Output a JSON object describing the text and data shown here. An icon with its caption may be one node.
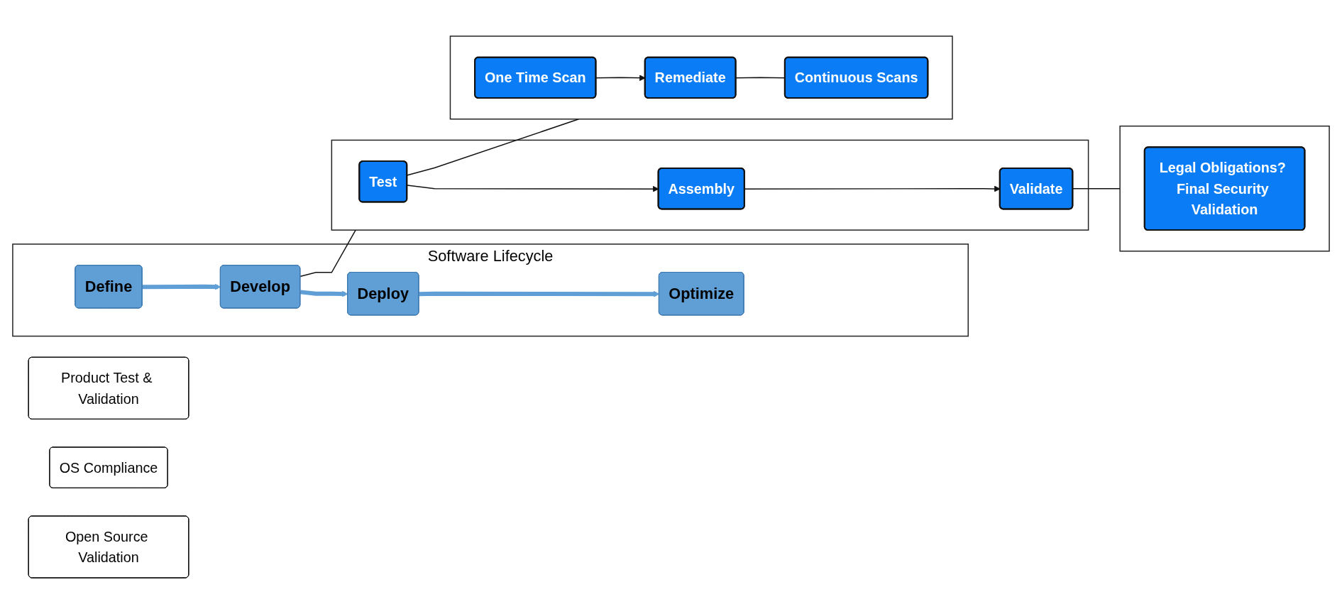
{
  "diagram": {
    "nodes": [
      {
        "text": [
          "Software Lifecycle"
        ]
      },
      {
        "text": [
          "Define"
        ],
        "in": 0
      },
      {
        "text": [
          "Develop"
        ],
        "in": 0
      },
      {
        "text": [
          "Deploy"
        ],
        "in": 0
      },
      {
        "text": [
          "Optimize"
        ],
        "in": 0
      },
      {
        "text": [],
        "shape": "box"
      },
      {
        "text": [
          "Test"
        ],
        "in": 5
      },
      {
        "text": [
          "Assembly"
        ],
        "in": 5
      },
      {
        "text": [
          "Validate"
        ],
        "in": 5
      },
      {
        "text": [],
        "shape": "box"
      },
      {
        "text": [
          "One Time Scan"
        ],
        "in": 9
      },
      {
        "text": [
          "Remediate"
        ],
        "in": 9
      },
      {
        "text": [
          "Continuous Scans"
        ],
        "in": 9
      },
      {
        "text": [],
        "shape": "box"
      },
      {
        "text": [
          "Legal Obligations? Final Security Validation"
        ],
        "in": 13
      },
      {
        "text": [
          "Product Test & Validation"
        ]
      },
      {
        "text": [
          "OS Compliance"
        ]
      },
      {
        "text": [
          "Open Source Validation"
        ]
      }
    ],
    "edges": [
      {
        "from": 1,
        "to": 2,
        "arrow": "to",
        "style": "thick",
        "color": "#5f9fd6"
      },
      {
        "from": 2,
        "to": 3,
        "arrow": "to",
        "style": "thick",
        "color": "#5f9fd6"
      },
      {
        "from": 3,
        "to": 4,
        "arrow": "to",
        "style": "thick",
        "color": "#5f9fd6"
      },
      {
        "from": 2,
        "to": 5,
        "arrow": "none"
      },
      {
        "from": 6,
        "to": 7,
        "arrow": "to"
      },
      {
        "from": 7,
        "to": 8,
        "arrow": "to"
      },
      {
        "from": 6,
        "to": 9,
        "arrow": "none"
      },
      {
        "from": 10,
        "to": 11,
        "arrow": "to"
      },
      {
        "from": 11,
        "to": 12,
        "arrow": "none"
      },
      {
        "from": 8,
        "to": 13,
        "arrow": "none"
      }
    ]
  }
}
